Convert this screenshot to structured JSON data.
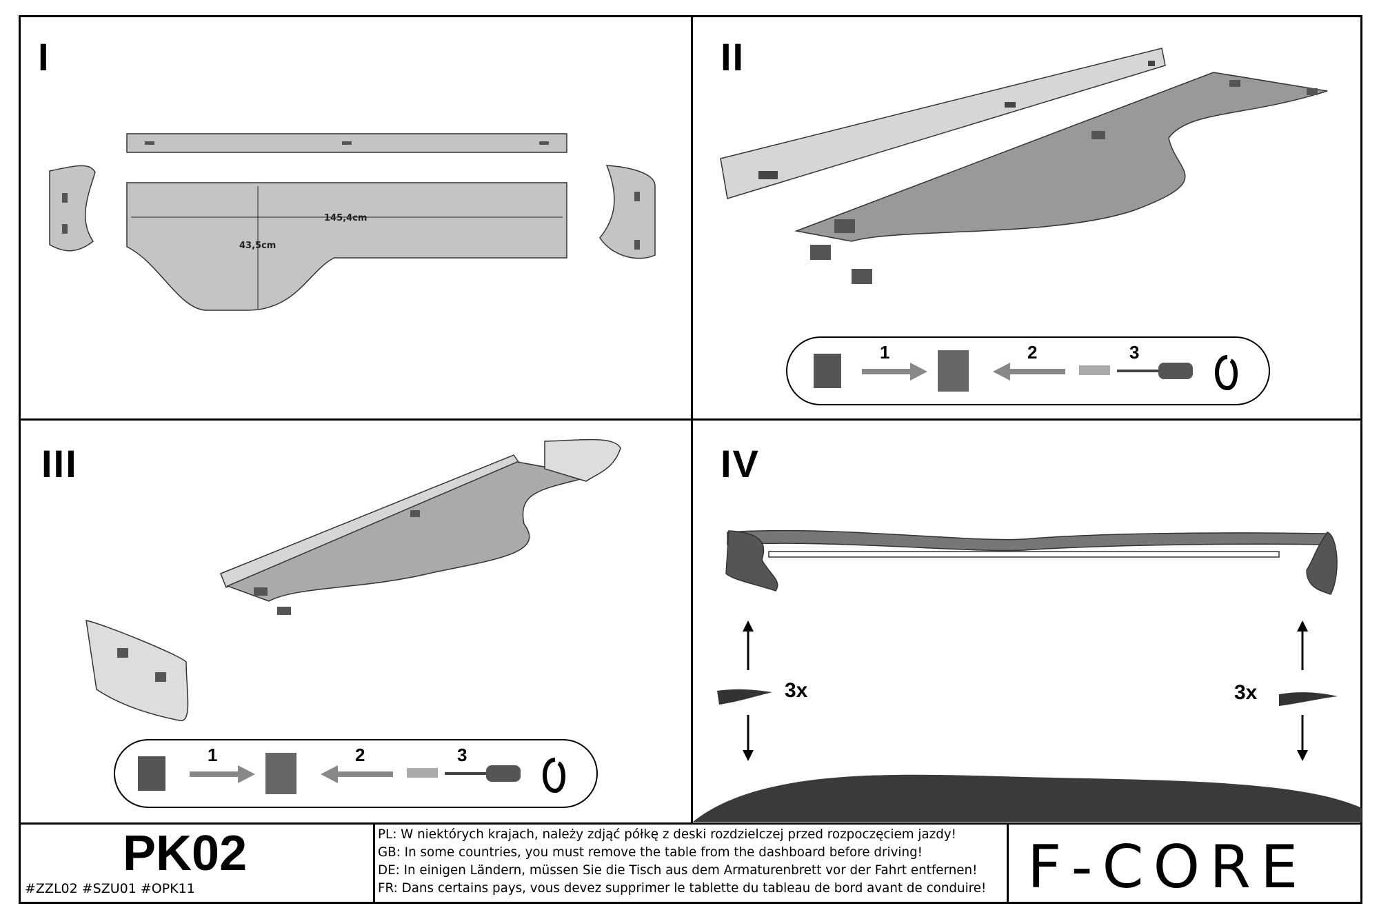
{
  "panels": {
    "p1": {
      "numeral": "I",
      "width_label": "145,4cm",
      "depth_label": "43,5cm"
    },
    "p2": {
      "numeral": "II",
      "step1": "1",
      "step2": "2",
      "step3": "3"
    },
    "p3": {
      "numeral": "III",
      "step1": "1",
      "step2": "2",
      "step3": "3"
    },
    "p4": {
      "numeral": "IV",
      "left_times": "3x",
      "right_times": "3x"
    }
  },
  "footer": {
    "code": "PK02",
    "tags": "#ZZL02  #SZU01  #OPK11",
    "warnings": [
      "PL: W niektórych krajach, należy zdjąć półkę z deski rozdzielczej przed rozpoczęciem jazdy!",
      "GB: In some countries, you must remove the table from the dashboard before driving!",
      "DE: In einigen Ländern, müssen Sie die Tisch aus dem Armaturenbrett vor der Fahrt entfernen!",
      "FR: Dans certains pays, vous devez supprimer le tablette du tableau de bord avant de conduire!"
    ],
    "brand": "F-CORE"
  },
  "colors": {
    "panel_gray": "#bdbdbd",
    "dark_gray": "#6e6e6e",
    "line": "#000000"
  }
}
